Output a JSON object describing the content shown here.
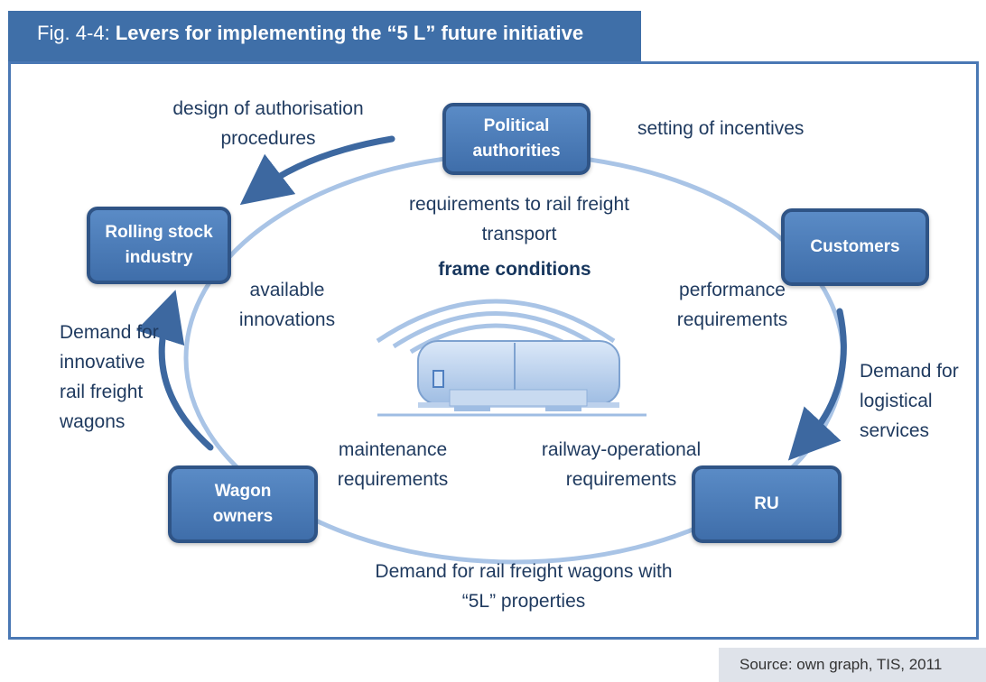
{
  "figure": {
    "label": "Fig. 4-4:",
    "title": "Levers for implementing the “5 L” future initiative"
  },
  "nodes": {
    "political": {
      "line1": "Political",
      "line2": "authorities"
    },
    "rolling": {
      "line1": "Rolling stock",
      "line2": "industry"
    },
    "customers": {
      "line1": "Customers"
    },
    "wagon": {
      "line1": "Wagon",
      "line2": "owners"
    },
    "ru": {
      "line1": "RU"
    }
  },
  "labels": {
    "design_auth": {
      "line1": "design of authorisation",
      "line2": "procedures"
    },
    "incentives": {
      "line1": "setting of incentives"
    },
    "requirements_transport": {
      "line1": "requirements to rail freight",
      "line2": "transport"
    },
    "frame_conditions": {
      "line1": "frame conditions"
    },
    "available_innovations": {
      "line1": "available",
      "line2": "innovations"
    },
    "performance": {
      "line1": "performance",
      "line2": "requirements"
    },
    "demand_innovative": {
      "line1": "Demand for",
      "line2": "innovative",
      "line3": "rail freight",
      "line4": "wagons"
    },
    "demand_logistical": {
      "line1": "Demand for",
      "line2": "logistical",
      "line3": "services"
    },
    "maintenance": {
      "line1": "maintenance",
      "line2": "requirements"
    },
    "railway_operational": {
      "line1": "railway-operational",
      "line2": "requirements"
    },
    "demand_5l": {
      "line1": "Demand for rail freight wagons with",
      "line2": "“5L” properties"
    }
  },
  "source": "Source: own graph, TIS, 2011",
  "colors": {
    "accent": "#3f6fa8",
    "ring": "#a9c4e6",
    "arrow": "#3d68a0",
    "node_border": "#2f5486",
    "text": "#1f3a5f"
  }
}
